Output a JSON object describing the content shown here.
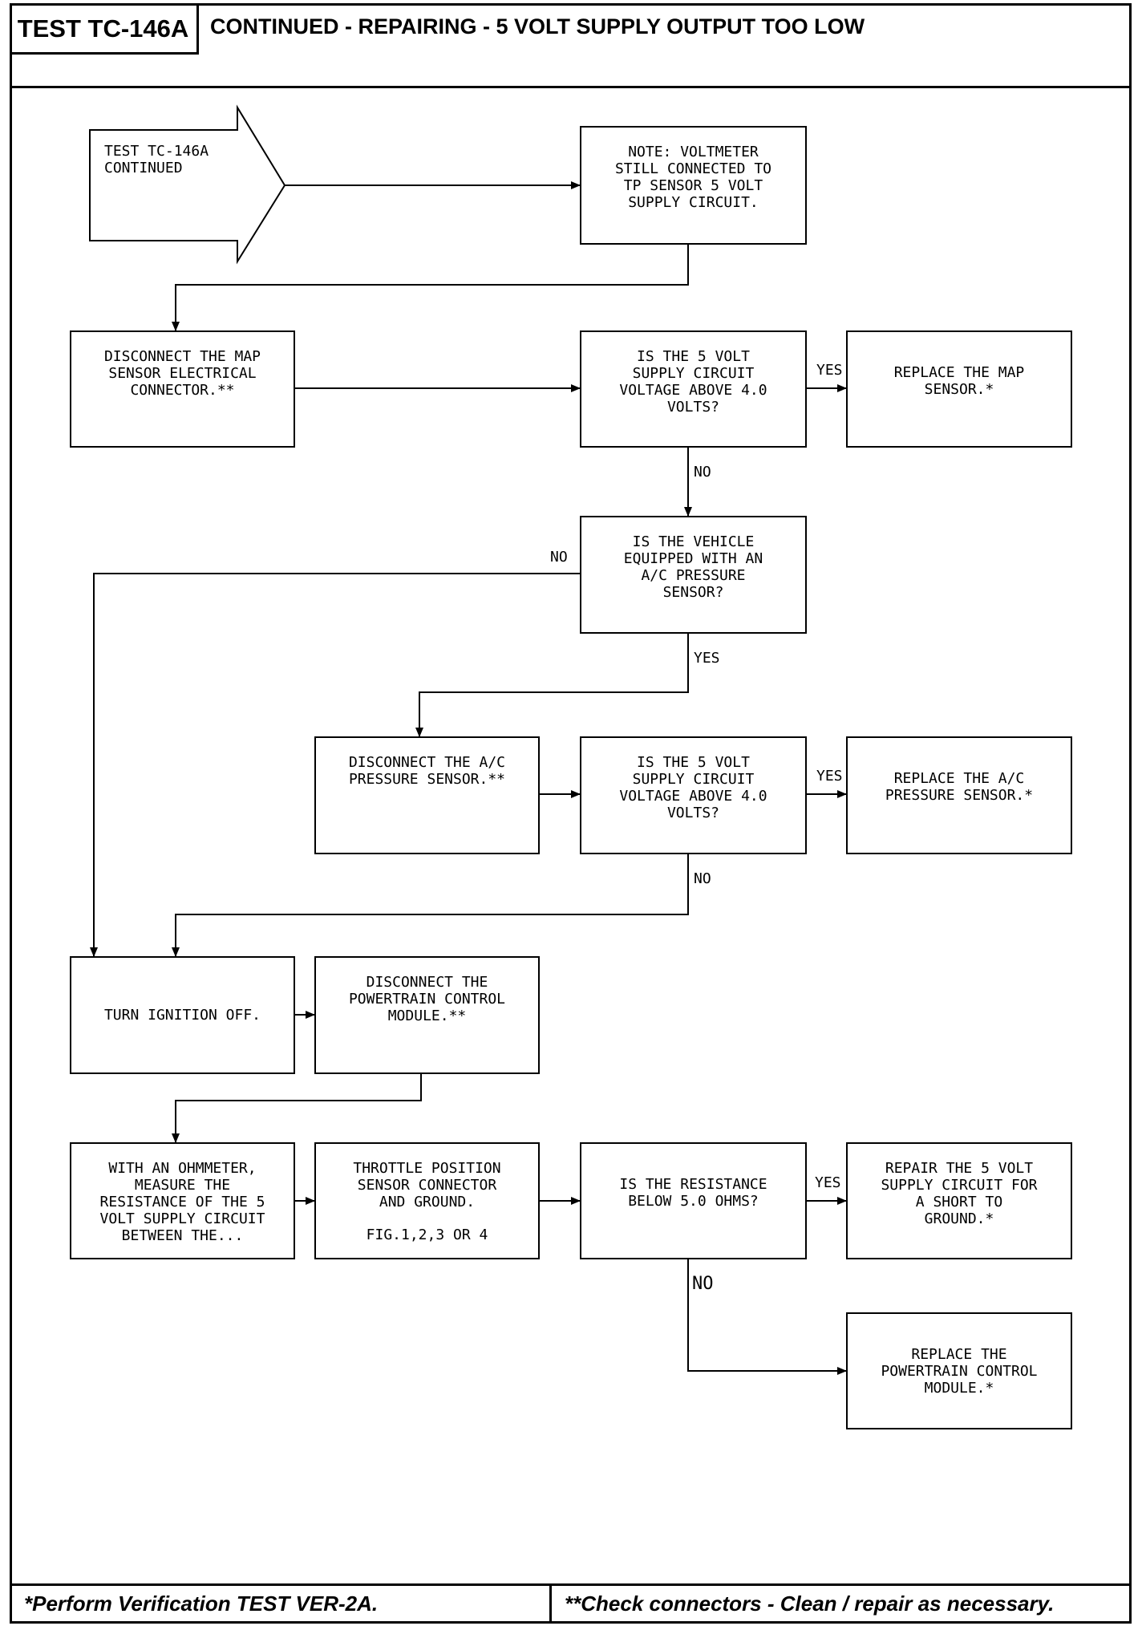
{
  "header": {
    "test_id": "TEST TC-146A",
    "title": "CONTINUED - REPAIRING - 5 VOLT SUPPLY OUTPUT TOO LOW"
  },
  "nodes": {
    "start": "TEST TC-146A\nCONTINUED",
    "note": "NOTE: VOLTMETER\nSTILL CONNECTED TO\nTP SENSOR 5 VOLT\nSUPPLY CIRCUIT.",
    "disconnect_map": "DISCONNECT THE MAP\nSENSOR ELECTRICAL\nCONNECTOR.**",
    "q_voltage_1": "IS THE 5 VOLT\nSUPPLY CIRCUIT\nVOLTAGE ABOVE 4.0\nVOLTS?",
    "replace_map": "REPLACE THE MAP\nSENSOR.*",
    "q_ac_equipped": "IS THE VEHICLE\nEQUIPPED WITH AN\nA/C PRESSURE\nSENSOR?",
    "disconnect_ac": "DISCONNECT THE A/C\nPRESSURE SENSOR.**",
    "q_voltage_2": "IS THE 5 VOLT\nSUPPLY CIRCUIT\nVOLTAGE ABOVE 4.0\nVOLTS?",
    "replace_ac": "REPLACE THE A/C\nPRESSURE SENSOR.*",
    "ignition_off": "TURN IGNITION OFF.",
    "disconnect_pcm": "DISCONNECT THE\nPOWERTRAIN CONTROL\nMODULE.**",
    "measure": "WITH AN OHMMETER,\nMEASURE THE\nRESISTANCE OF THE 5\nVOLT SUPPLY CIRCUIT\nBETWEEN THE...",
    "tps_connector": "THROTTLE POSITION\nSENSOR CONNECTOR\nAND GROUND.",
    "tps_fig": "FIG.1,2,3 OR 4",
    "q_resistance": "IS THE RESISTANCE\nBELOW 5.0 OHMS?",
    "repair_short": "REPAIR THE 5 VOLT\nSUPPLY CIRCUIT FOR\nA SHORT TO\nGROUND.*",
    "replace_pcm": "REPLACE THE\nPOWERTRAIN CONTROL\nMODULE.*"
  },
  "labels": {
    "yes": "YES",
    "no": "NO"
  },
  "footer": {
    "left": "*Perform Verification TEST VER-2A.",
    "right": "**Check connectors - Clean / repair as necessary."
  }
}
